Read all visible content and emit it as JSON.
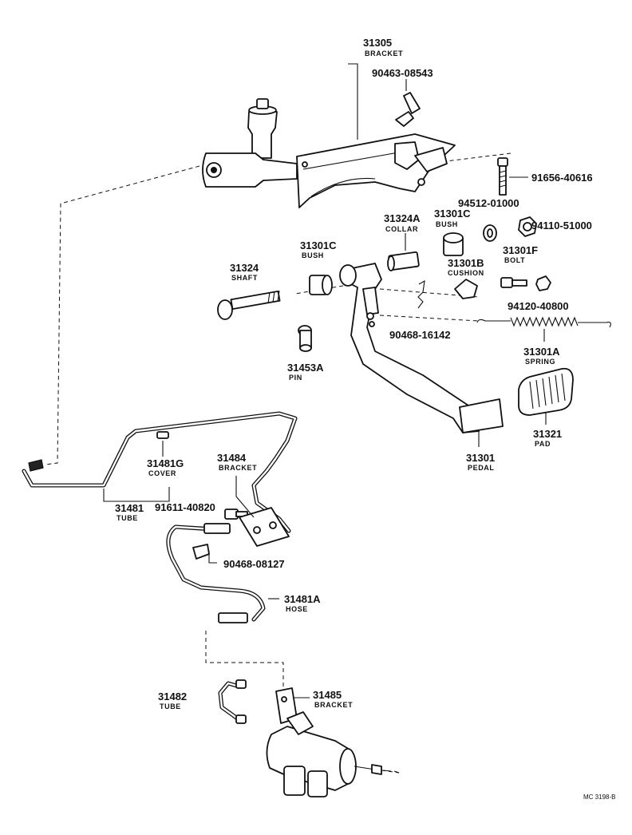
{
  "labels": {
    "bracket_top": {
      "number": "31305",
      "name": "BRACKET"
    },
    "bolt_top": {
      "number": "90463-08543"
    },
    "bolt_right": {
      "number": "91656-40616"
    },
    "washer": {
      "number": "94512-01000"
    },
    "nut_right": {
      "number": "94110-51000"
    },
    "collar": {
      "number": "31324A",
      "name": "COLLAR"
    },
    "bush_mid": {
      "number": "31301C",
      "name": "BUSH"
    },
    "bush_left": {
      "number": "31301C",
      "name": "BUSH"
    },
    "shaft": {
      "number": "31324",
      "name": "SHAFT"
    },
    "cushion": {
      "number": "31301B",
      "name": "CUSHION"
    },
    "bolt_f": {
      "number": "31301F",
      "name": "BOLT"
    },
    "nut_mid": {
      "number": "94120-40800"
    },
    "pin_clip": {
      "number": "90468-16142"
    },
    "spring": {
      "number": "31301A",
      "name": "SPRING"
    },
    "pin": {
      "number": "31453A",
      "name": "PIN"
    },
    "pad": {
      "number": "31321",
      "name": "PAD"
    },
    "pedal": {
      "number": "31301",
      "name": "PEDAL"
    },
    "cover": {
      "number": "31481G",
      "name": "COVER"
    },
    "tube_top": {
      "number": "31481",
      "name": "TUBE"
    },
    "bolt_tube": {
      "number": "91611-40820"
    },
    "bracket_mid": {
      "number": "31484",
      "name": "BRACKET"
    },
    "clip": {
      "number": "90468-08127"
    },
    "hose": {
      "number": "31481A",
      "name": "HOSE"
    },
    "tube_bottom": {
      "number": "31482",
      "name": "TUBE"
    },
    "bracket_bottom": {
      "number": "31485",
      "name": "BRACKET"
    }
  },
  "footer": {
    "code": "MC 3198-B"
  }
}
